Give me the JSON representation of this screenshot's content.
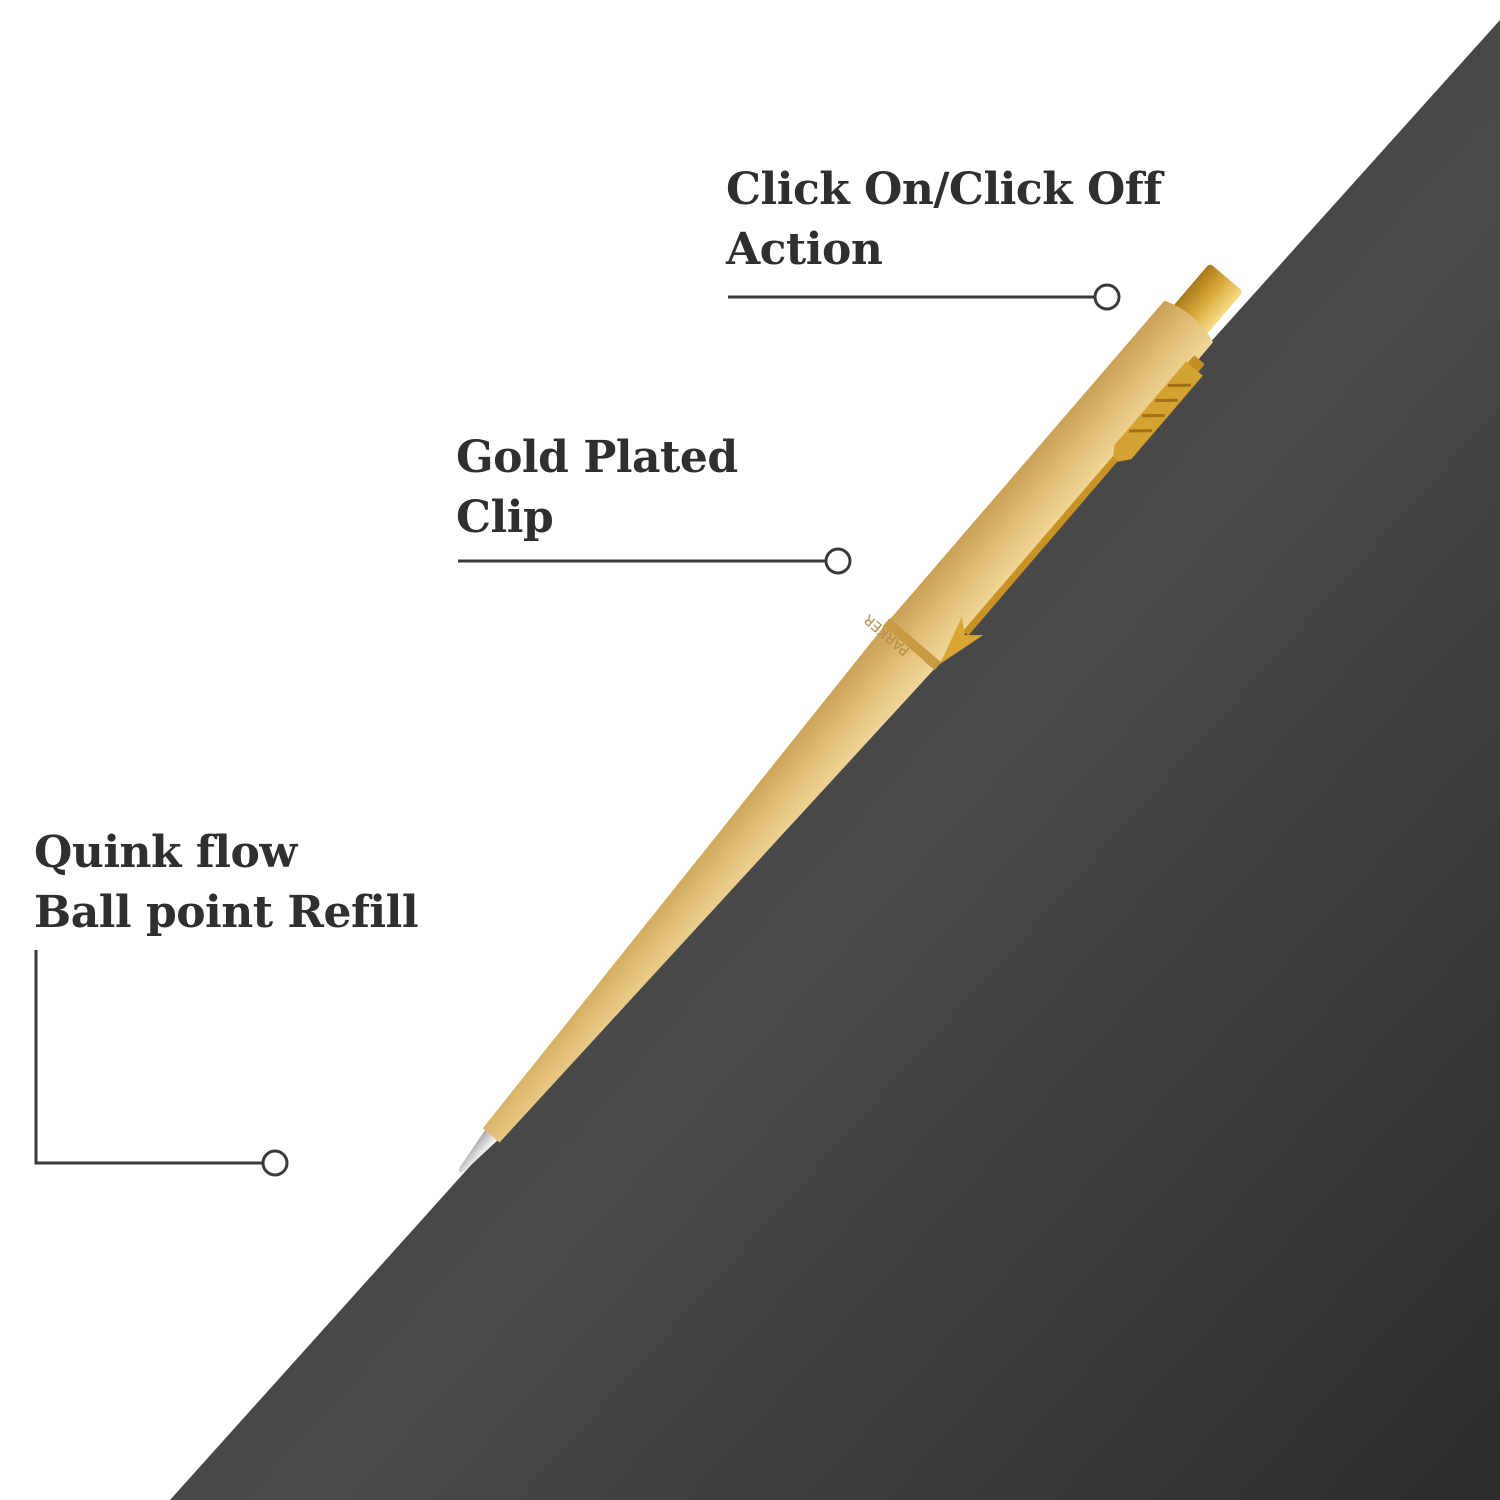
{
  "colors": {
    "background_light": "#ffffff",
    "background_dark": "#3a3a3a",
    "pen_body": "#e2bf72",
    "pen_trim": "#c9942a",
    "callout_line": "#3a3a3a",
    "label_text": "#2f2f2f"
  },
  "callouts": [
    {
      "id": "click-action",
      "lines": [
        "Click On/Click Off",
        "Action"
      ]
    },
    {
      "id": "gold-clip",
      "lines": [
        "Gold Plated",
        "Clip"
      ]
    },
    {
      "id": "refill",
      "lines": [
        "Quink flow",
        "Ball point Refill"
      ]
    }
  ],
  "pen": {
    "engraving": "PARKER",
    "icons": [
      "arrow-clip-icon",
      "click-button-icon",
      "ballpoint-tip-icon"
    ]
  }
}
